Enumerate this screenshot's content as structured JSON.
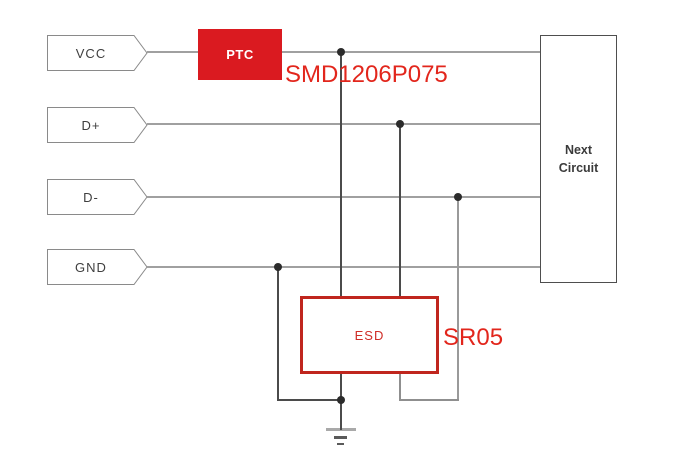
{
  "diagram": {
    "nets": [
      {
        "id": "vcc",
        "label": "VCC"
      },
      {
        "id": "dplus",
        "label": "D+"
      },
      {
        "id": "dminus",
        "label": "D-"
      },
      {
        "id": "gnd",
        "label": "GND"
      }
    ],
    "components": {
      "ptc": {
        "label": "PTC",
        "part_number": "SMD1206P075"
      },
      "esd": {
        "label": "ESD",
        "part_number": "SR05"
      },
      "next_circuit": {
        "line1": "Next",
        "line2": "Circuit"
      }
    },
    "colors": {
      "ptc_fill_red": "#da1a20",
      "esd_border_red": "#c0261e",
      "annotation_red": "#e2261c",
      "wire_gray": "#a0a0a0",
      "branch_dark": "#4b4b4b",
      "label_text": "#3f3f3f"
    }
  }
}
